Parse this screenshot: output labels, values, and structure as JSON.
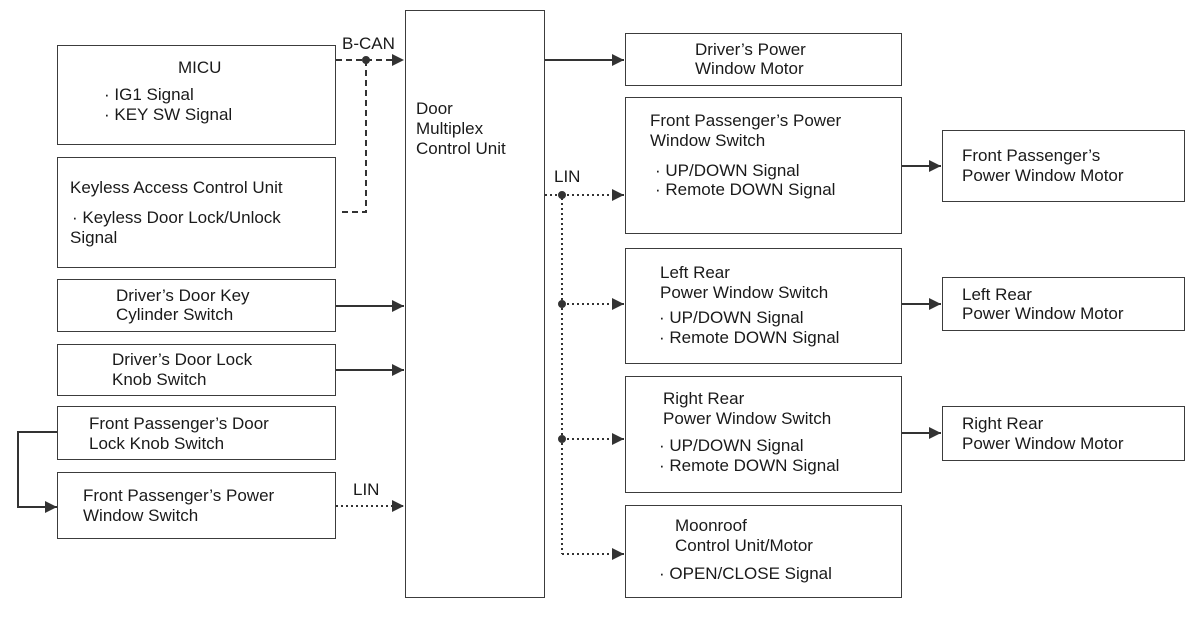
{
  "bus_labels": {
    "bcan": "B-CAN",
    "lin_right": "LIN",
    "lin_left": "LIN"
  },
  "center": {
    "line1": "Door",
    "line2": "Multiplex",
    "line3": "Control Unit"
  },
  "left": {
    "micu": {
      "title": "MICU",
      "s1": "· IG1 Signal",
      "s2": "· KEY SW Signal"
    },
    "keyless": {
      "title": "Keyless Access Control Unit",
      "s1": "· Keyless Door Lock/Unlock",
      "s2": "Signal"
    },
    "key_cylinder": {
      "l1": "Driver’s Door Key",
      "l2": "Cylinder Switch"
    },
    "lock_knob": {
      "l1": "Driver’s Door Lock",
      "l2": "Knob Switch"
    },
    "fp_lock_knob": {
      "l1": "Front Passenger’s Door",
      "l2": "Lock Knob Switch"
    },
    "fp_window_switch": {
      "l1": "Front Passenger’s Power",
      "l2": "Window Switch"
    }
  },
  "right": {
    "driver_motor": {
      "l1": "Driver’s Power",
      "l2": "Window Motor"
    },
    "fp_switch": {
      "l1": "Front Passenger’s Power",
      "l2": "Window Switch",
      "s1": "· UP/DOWN Signal",
      "s2": "· Remote DOWN Signal"
    },
    "lr_switch": {
      "l1": "Left Rear",
      "l2": "Power Window Switch",
      "s1": "· UP/DOWN Signal",
      "s2": "· Remote DOWN Signal"
    },
    "rr_switch": {
      "l1": "Right Rear",
      "l2": "Power Window Switch",
      "s1": "· UP/DOWN Signal",
      "s2": "· Remote DOWN Signal"
    },
    "moonroof": {
      "l1": "Moonroof",
      "l2": "Control Unit/Motor",
      "s1": "· OPEN/CLOSE Signal"
    }
  },
  "motors": {
    "fp_motor": {
      "l1": "Front Passenger’s",
      "l2": "Power Window Motor"
    },
    "lr_motor": {
      "l1": "Left Rear",
      "l2": "Power Window Motor"
    },
    "rr_motor": {
      "l1": "Right Rear",
      "l2": "Power Window Motor"
    }
  }
}
